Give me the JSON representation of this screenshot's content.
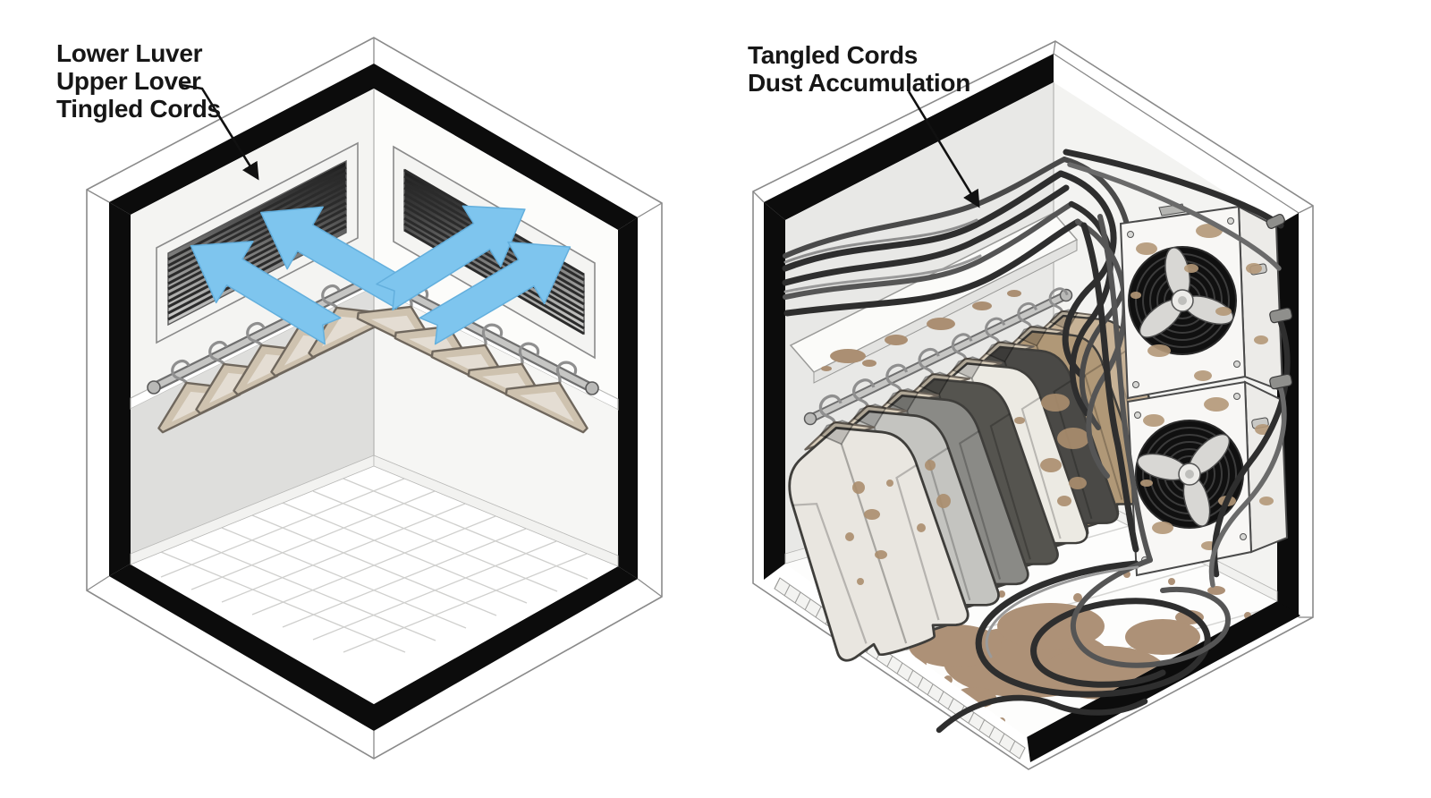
{
  "figure": {
    "type": "isometric-comparison-illustration",
    "panels": {
      "left": {
        "name": "clean-ventilated-closet",
        "label_lines": [
          "Lower Luver",
          "Upper Lover",
          "Tingled Cords"
        ],
        "elements": [
          "louver-vents",
          "airflow-arrows",
          "empty-hanger-rails",
          "tiled-floor"
        ]
      },
      "right": {
        "name": "dusty-neglected-closet",
        "label_lines": [
          "Tangled Cords",
          "Dust Accumulation"
        ],
        "elements": [
          "tangled-cords",
          "dust-covered-shelf",
          "stained-garments",
          "stacked-fan-units",
          "dust-splotched-floor"
        ]
      }
    },
    "counts": {
      "louver_vents": 2,
      "airflow_arrows": 4,
      "hanger_rails": 2,
      "hangers_per_rail": 5,
      "garments": 8,
      "fan_units": 2
    },
    "colors": {
      "background": "#ffffff",
      "frame": "#0c0c0c",
      "label_text": "#161616",
      "airflow_blue": "#7ec5ee",
      "dust_brown": "#ad9177",
      "hanger_tan": "#cec2af",
      "cord_dark": "#2e2e2e",
      "wall_gray": "#e7e7e5"
    }
  }
}
